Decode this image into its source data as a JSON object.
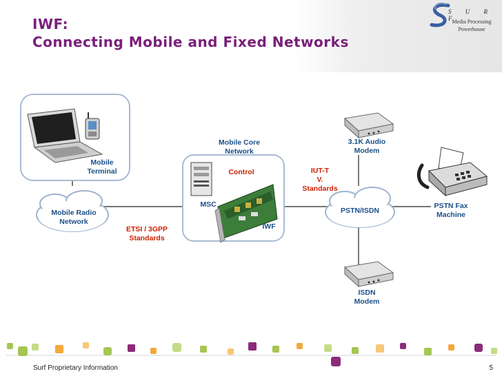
{
  "slide": {
    "title_line1": "IWF:",
    "title_line2": "Connecting Mobile and Fixed Networks",
    "page_number": "5",
    "footer": "Surf Proprietary Information"
  },
  "logo": {
    "letters": "S U R F",
    "tagline_line1": "Media Processing",
    "tagline_line2": "Powerhouse"
  },
  "diagram": {
    "mobile_terminal": [
      "Mobile",
      "Terminal"
    ],
    "mobile_radio_network": [
      "Mobile Radio",
      "Network"
    ],
    "mobile_core_network": [
      "Mobile Core",
      "Network"
    ],
    "control": "Control",
    "msc": "MSC",
    "iwf": "IWF",
    "etsi_standards": [
      "ETSI / 3GPP",
      "Standards"
    ],
    "iut_standards": [
      "IUT-T",
      "V.",
      "Standards"
    ],
    "pstn_isdn": "PSTN/ISDN",
    "audio_modem": [
      "3.1K Audio",
      "Modem"
    ],
    "isdn_modem": [
      "ISDN",
      "Modem"
    ],
    "pstn_fax": [
      "PSTN Fax",
      "Machine"
    ]
  },
  "colors": {
    "title": "#7a1f7a",
    "label_blue": "#1a4f8a",
    "label_red": "#cc2200",
    "panel_border": "#a9bbd3",
    "cloud_border": "#9fb3cf"
  }
}
